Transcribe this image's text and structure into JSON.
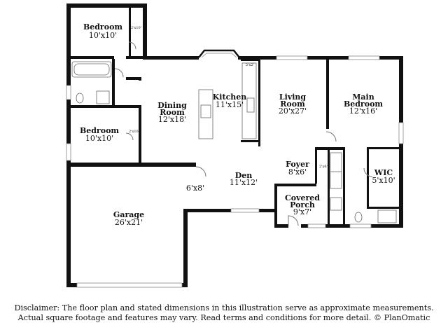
{
  "rooms": {
    "bedroom_top": {
      "name": "Bedroom",
      "dim": "10'x10'"
    },
    "bedroom_left": {
      "name": "Bedroom",
      "dim": "10'x10'"
    },
    "dining": {
      "name_line1": "Dining",
      "name_line2": "Room",
      "dim": "12'x18'"
    },
    "kitchen": {
      "name": "Kitchen",
      "dim": "11'x15'"
    },
    "living": {
      "name_line1": "Living",
      "name_line2": "Room",
      "dim": "20'x27'"
    },
    "main_bedroom": {
      "name_line1": "Main",
      "name_line2": "Bedroom",
      "dim": "12'x16'"
    },
    "foyer": {
      "name": "Foyer",
      "dim": "8'x6'"
    },
    "den": {
      "name": "Den",
      "dim": "11'x12'"
    },
    "wic": {
      "name": "WIC",
      "dim": "5'x10'"
    },
    "covered_porch": {
      "name_line1": "Covered",
      "name_line2": "Porch",
      "dim": "9'x7'"
    },
    "garage": {
      "name": "Garage",
      "dim": "26'x21'"
    },
    "laundry": {
      "dim": "6'x8'"
    }
  },
  "closets": {
    "top_bedroom": "2'x10'",
    "left_bedroom": "2'x10'",
    "pantry": "2'x2'",
    "foyer": "2'x6'"
  },
  "disclaimer": {
    "line1": "Disclaimer: The floor plan and stated dimensions in this illustration serve as approximate measurements.",
    "line2": "Actual square footage and features may vary. Read terms and conditions for more detail. © PlanOmatic"
  }
}
